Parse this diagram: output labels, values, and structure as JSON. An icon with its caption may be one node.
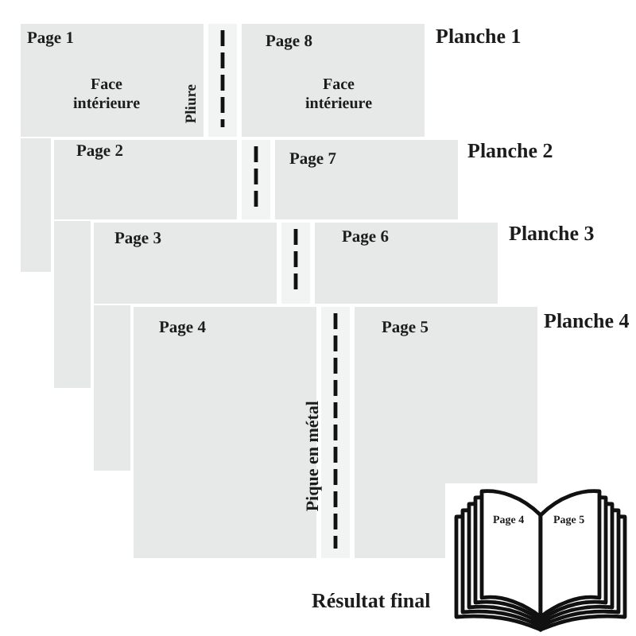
{
  "diagram": {
    "nodes": [
      {
        "text": [
          "Planche 1"
        ]
      },
      {
        "text": [
          "Page 1",
          "Face intérieure"
        ],
        "in": 0
      },
      {
        "text": [
          "Page 8",
          "Face intérieure"
        ],
        "in": 0
      },
      {
        "text": [
          "Planche 2"
        ]
      },
      {
        "text": [
          "Page 2"
        ],
        "in": 3
      },
      {
        "text": [
          "Page 7"
        ],
        "in": 3
      },
      {
        "text": [
          "Planche 3"
        ]
      },
      {
        "text": [
          "Page 3"
        ],
        "in": 6
      },
      {
        "text": [
          "Page 6"
        ],
        "in": 6
      },
      {
        "text": [
          "Planche 4"
        ]
      },
      {
        "text": [
          "Page 4"
        ],
        "in": 9
      },
      {
        "text": [
          "Page 5"
        ],
        "in": 9
      },
      {
        "text": [
          "Page 4",
          "Page 5"
        ],
        "beside": [
          "Résultat final"
        ]
      }
    ],
    "labels": [
      "Pliure",
      "Pique en métal"
    ]
  }
}
